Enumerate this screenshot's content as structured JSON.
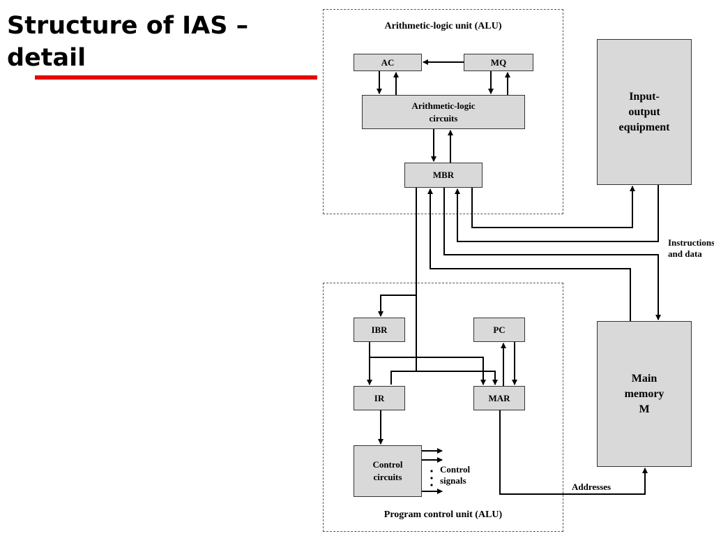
{
  "slide": {
    "title": "Structure of IAS – detail"
  },
  "alu_unit": {
    "label": "Arithmetic-logic unit (ALU)",
    "ac": "AC",
    "mq": "MQ",
    "circuits": "Arithmetic-logic\ncircuits",
    "mbr": "MBR"
  },
  "control_unit": {
    "label": "Program control unit (ALU)",
    "ibr": "IBR",
    "pc": "PC",
    "ir": "IR",
    "mar": "MAR",
    "control_circuits": "Control\ncircuits",
    "control_signals": "Control\nsignals"
  },
  "io": {
    "label": "Input-\noutput\nequipment"
  },
  "memory": {
    "label": "Main\nmemory\nM"
  },
  "annotations": {
    "instructions": "Instructions\nand data",
    "addresses": "Addresses"
  },
  "colors": {
    "accent_red": "#e8000b",
    "register_fill": "#d9d9d9"
  }
}
